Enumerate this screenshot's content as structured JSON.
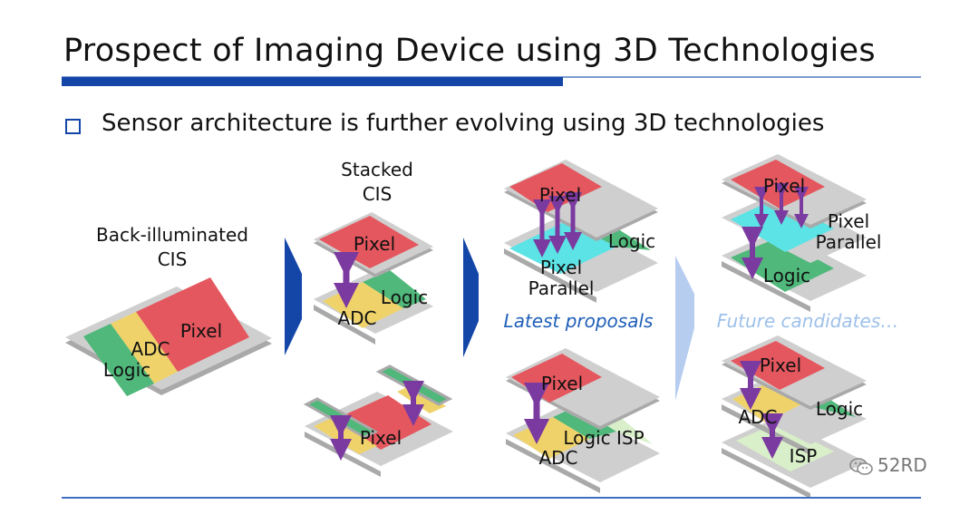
{
  "slide": {
    "title": "Prospect of Imaging Device using 3D Technologies",
    "bullet": "Sensor architecture is further evolving using 3D technologies"
  },
  "colors": {
    "accent": "#1446a8",
    "pixel": "#e5575e",
    "logic": "#4fb87a",
    "adc": "#efd36a",
    "pixel_parallel": "#5ce3e6",
    "isp": "#d9efc9",
    "substrate": "#c8c8c8",
    "arrow": "#7b3aa0",
    "latest": "#1f5fb8",
    "future": "#9ec1ea"
  },
  "columns": {
    "bsi": {
      "title_line1": "Back-illuminated",
      "title_line2": "CIS",
      "pixel": "Pixel",
      "adc": "ADC",
      "logic": "Logic"
    },
    "stacked": {
      "title_line1": "Stacked",
      "title_line2": "CIS",
      "pixel": "Pixel",
      "adc": "ADC",
      "logic": "Logic",
      "pixel_bottom": "Pixel"
    },
    "latest": {
      "pixel_top": "Pixel",
      "logic": "Logic",
      "pixel_parallel_line1": "Pixel",
      "pixel_parallel_line2": "Parallel",
      "caption": "Latest proposals",
      "pixel_bottom": "Pixel",
      "logic_isp": "Logic ISP",
      "adc": "ADC"
    },
    "future": {
      "pixel_top": "Pixel",
      "pixel_parallel_line1": "Pixel",
      "pixel_parallel_line2": "Parallel",
      "logic_top": "Logic",
      "caption": "Future candidates…",
      "pixel_bottom": "Pixel",
      "adc": "ADC",
      "logic_bottom": "Logic",
      "isp": "ISP"
    }
  },
  "watermark": {
    "text": "52RD",
    "icon": "wechat-icon"
  }
}
